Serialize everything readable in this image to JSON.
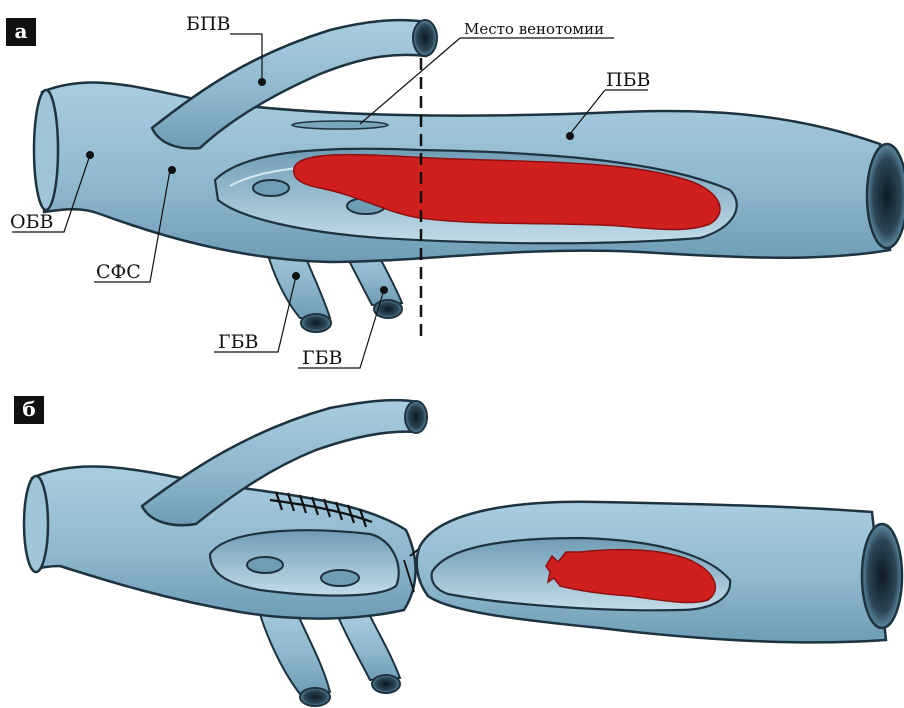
{
  "panel_a": {
    "tag": "а",
    "labels": {
      "bpv": "БПВ",
      "venotomy": "Место венотомии",
      "pbv": "ПБВ",
      "obv": "ОБВ",
      "sfs": "СФС",
      "gbv_1": "ГБВ",
      "gbv_2": "ГБВ"
    }
  },
  "panel_b": {
    "tag": "б"
  },
  "colors": {
    "vein_fill": "#8fb9cf",
    "vein_light": "#b9d6e4",
    "vein_dark": "#5d8aa3",
    "outline": "#1e3340",
    "thrombus": "#d01f1f",
    "thrombus_dark": "#8e0f0f",
    "tag_bg": "#111111"
  }
}
